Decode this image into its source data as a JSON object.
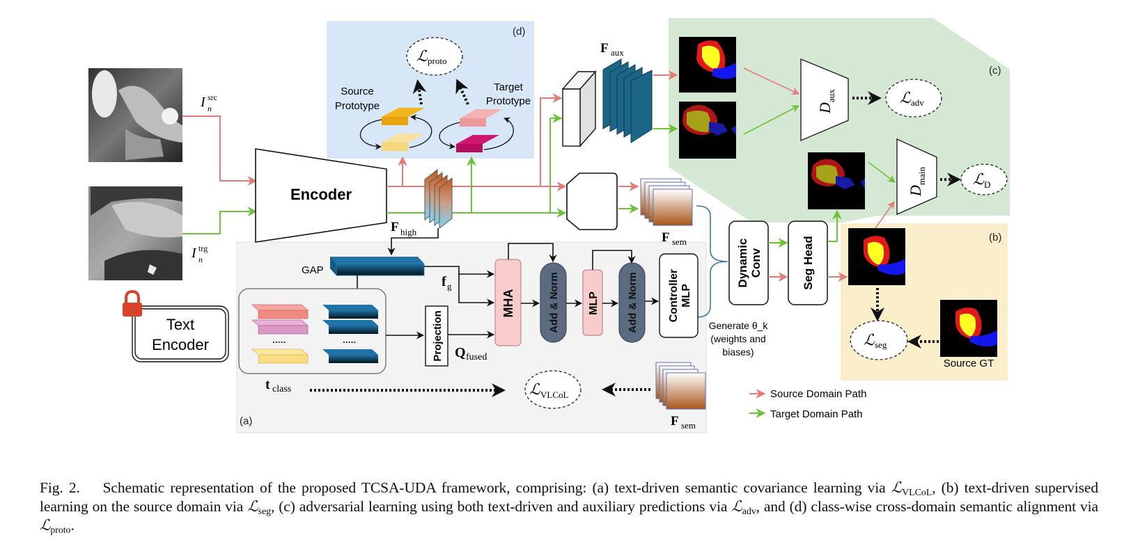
{
  "figure": {
    "panels": {
      "a": {
        "label": "(a)"
      },
      "b": {
        "label": "(b)"
      },
      "c": {
        "label": "(c)"
      },
      "d": {
        "label": "(d)"
      }
    },
    "inputs": {
      "source_image_label": "I",
      "source_image_sup": "src",
      "source_image_sub": "n",
      "target_image_label": "I",
      "target_image_sup": "trg",
      "target_image_sub": "n"
    },
    "encoder": {
      "label": "Encoder"
    },
    "text_encoder": {
      "line1": "Text",
      "line2": "Encoder",
      "locked": true
    },
    "features": {
      "f_high": {
        "main": "F",
        "sub": "high"
      },
      "f_aux": {
        "main": "F",
        "sub": "aux"
      },
      "f_sem": {
        "main": "F",
        "sub": "sem"
      },
      "f_sem_bottom": {
        "main": "F",
        "sub": "sem"
      },
      "f_g": {
        "main": "f",
        "sub": "g"
      },
      "q_fused": {
        "main": "Q",
        "sub": "fused"
      },
      "t_class": {
        "main": "t",
        "sub": "class"
      }
    },
    "prototype": {
      "source_line1": "Source",
      "source_line2": "Prototype",
      "target_line1": "Target",
      "target_line2": "Prototype"
    },
    "blocks": {
      "gap": "GAP",
      "dots": ".....",
      "projection": "Projection",
      "mha": "MHA",
      "add_norm_1": "Add & Norm",
      "mlp": "MLP",
      "add_norm_2": "Add & Norm",
      "controller_line1": "Controller",
      "controller_line2": "MLP",
      "dynamic_line1": "Dynamic",
      "dynamic_line2": "Conv",
      "seg_head": "Seg Head",
      "generate_line1": "Generate θ_k",
      "generate_line2": "(weights and",
      "generate_line3": "biases)",
      "source_gt": "Source GT"
    },
    "discriminators": {
      "d_aux": {
        "main": "D",
        "sub": "aux"
      },
      "d_main": {
        "main": "D",
        "sub": "main"
      }
    },
    "losses": {
      "proto": {
        "main": "ℒ",
        "sub": "proto"
      },
      "adv": {
        "main": "ℒ",
        "sub": "adv"
      },
      "d": {
        "main": "ℒ",
        "sub": "D"
      },
      "seg": {
        "main": "ℒ",
        "sub": "seg"
      },
      "vlcol": {
        "main": "ℒ",
        "sub": "VLCoL"
      }
    },
    "legend": {
      "source": {
        "label": "Source Domain Path",
        "color": "#e47b76"
      },
      "target": {
        "label": "Target Domain Path",
        "color": "#6cc33a"
      }
    },
    "colors": {
      "panel_a_bg": "#f3f3f3",
      "panel_b_bg": "#fbeecb",
      "panel_c_bg": "#d4e8d4",
      "panel_d_bg": "#d8e7f7",
      "feature_blue": "#1b6686",
      "norm_slate": "#5b6c80",
      "mha_pink": "#f8cccc",
      "seg_red": "#e31a1a",
      "seg_yellow": "#ffff22",
      "seg_blue": "#1515ee"
    }
  },
  "caption": {
    "fig_label": "Fig. 2.",
    "part1": "Schematic representation of the proposed TCSA-UDA framework, comprising: (a) text-driven semantic covariance learning via ",
    "loss1_main": "ℒ",
    "loss1_sub": "VLCoL",
    "part2": ", (b) text-driven supervised learning on the source domain via ",
    "loss2_main": "ℒ",
    "loss2_sub": "seg",
    "part3": ", (c) adversarial learning using both text-driven and auxiliary predictions via ",
    "loss3_main": "ℒ",
    "loss3_sub": "adv",
    "part4": ", and (d) class-wise cross-domain semantic alignment via ",
    "loss4_main": "ℒ",
    "loss4_sub": "proto",
    "part5": "."
  }
}
